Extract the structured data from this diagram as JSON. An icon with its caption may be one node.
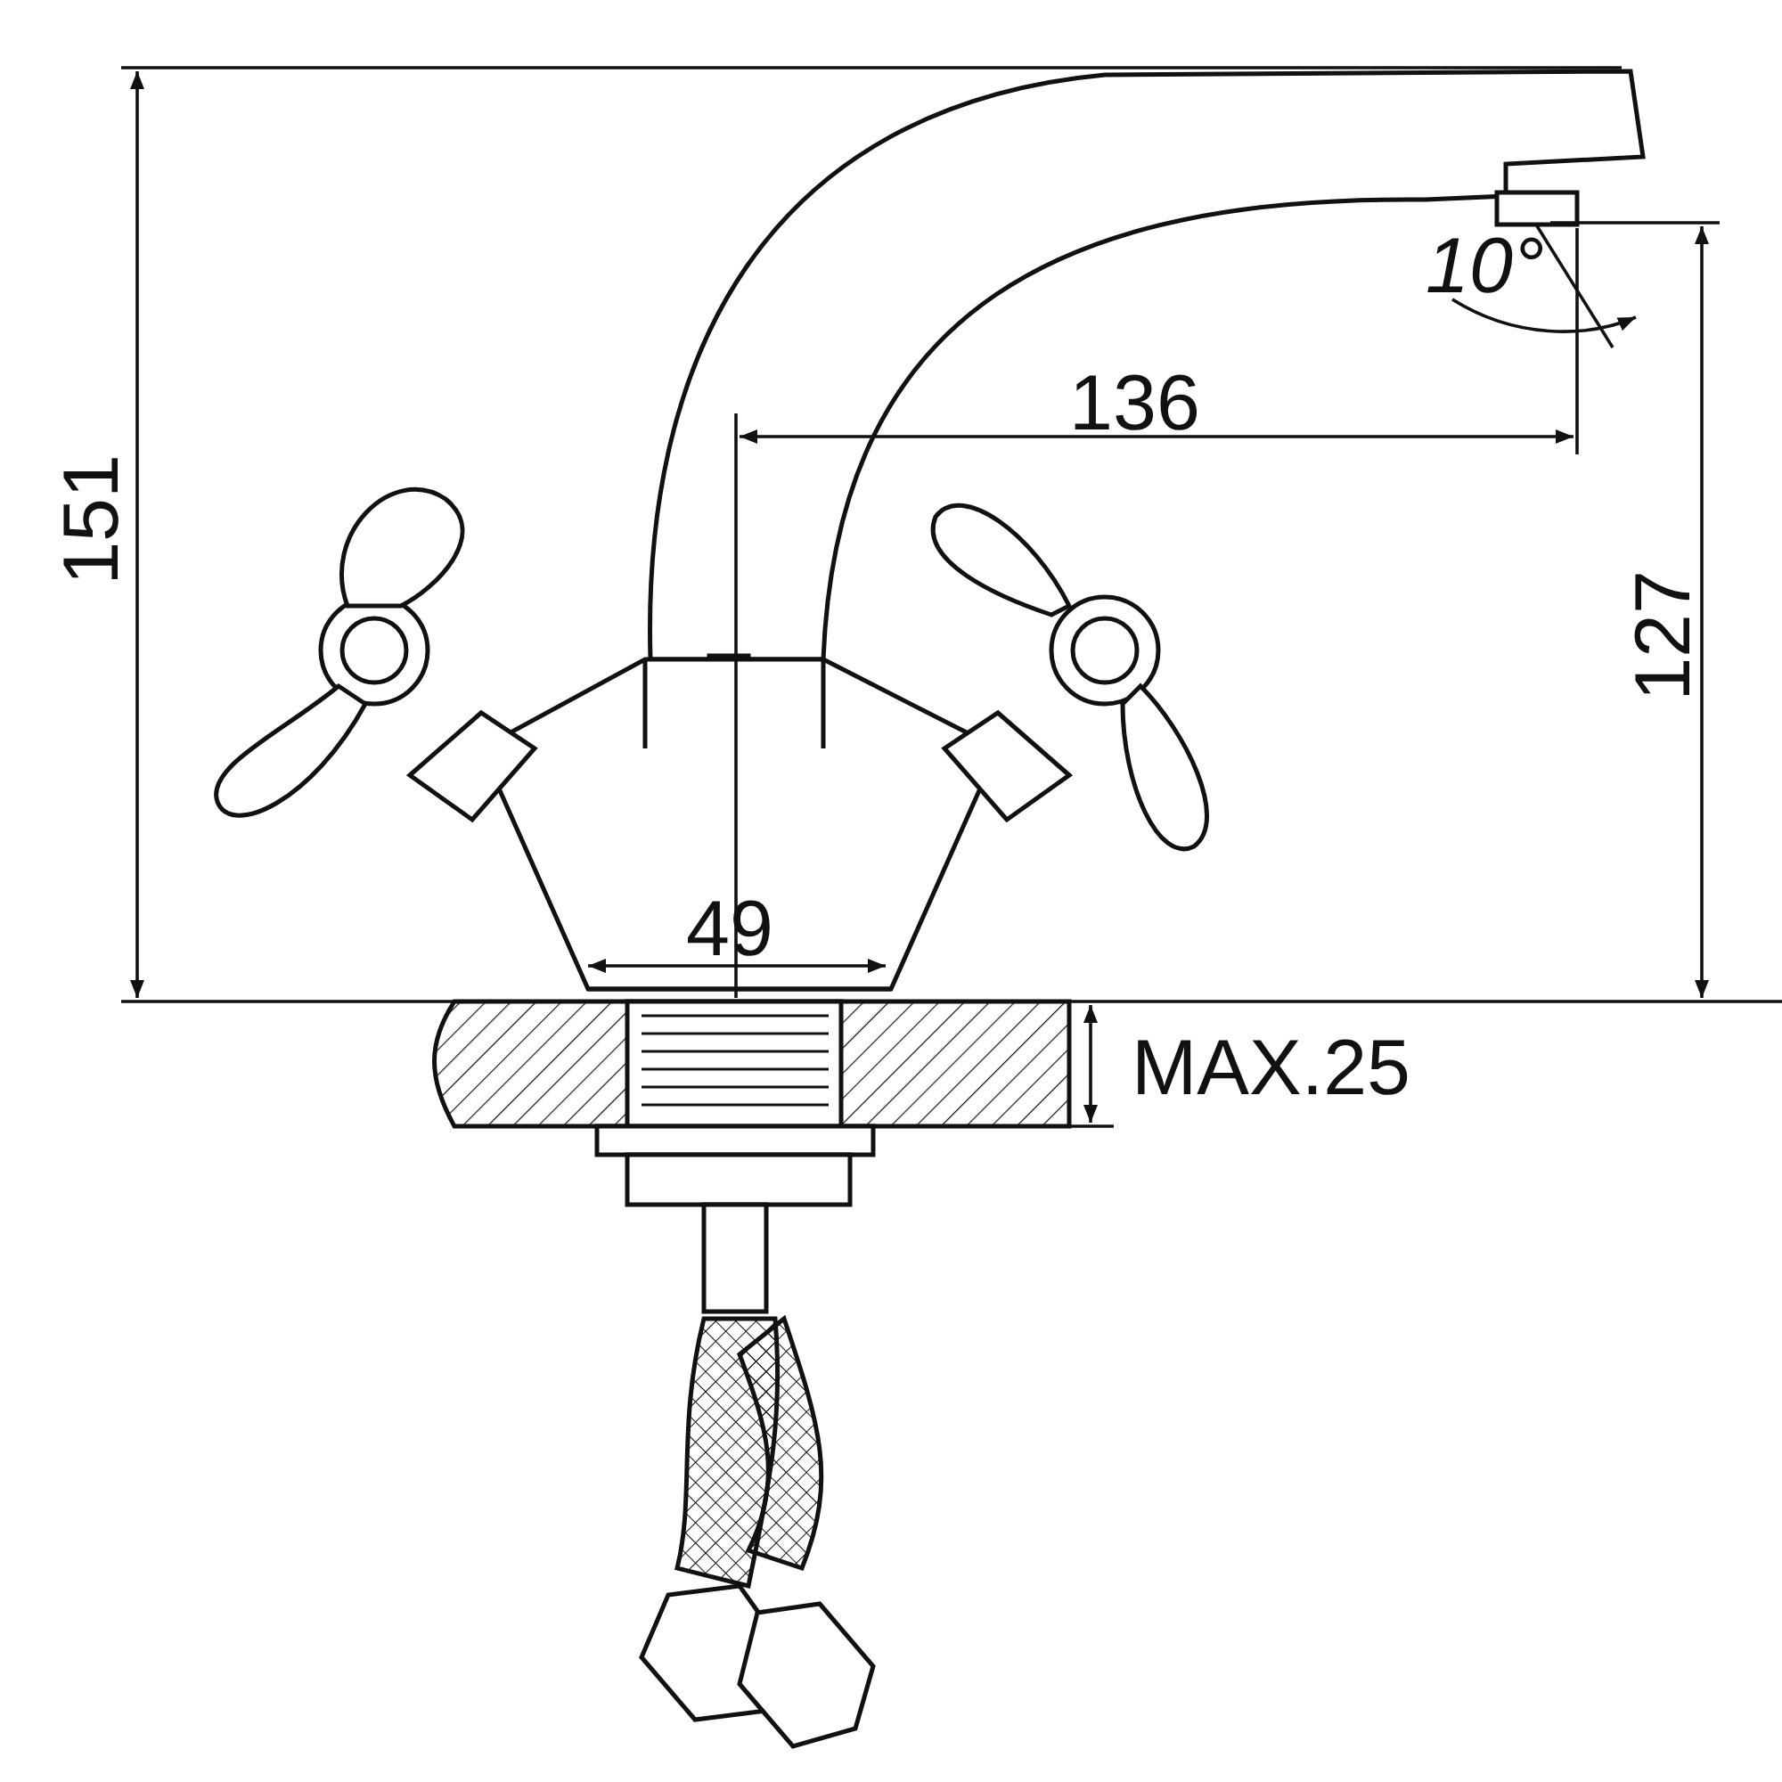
{
  "diagram": {
    "labels": [
      "151",
      "10°",
      "136",
      "127",
      "49",
      "MAX.25"
    ]
  }
}
